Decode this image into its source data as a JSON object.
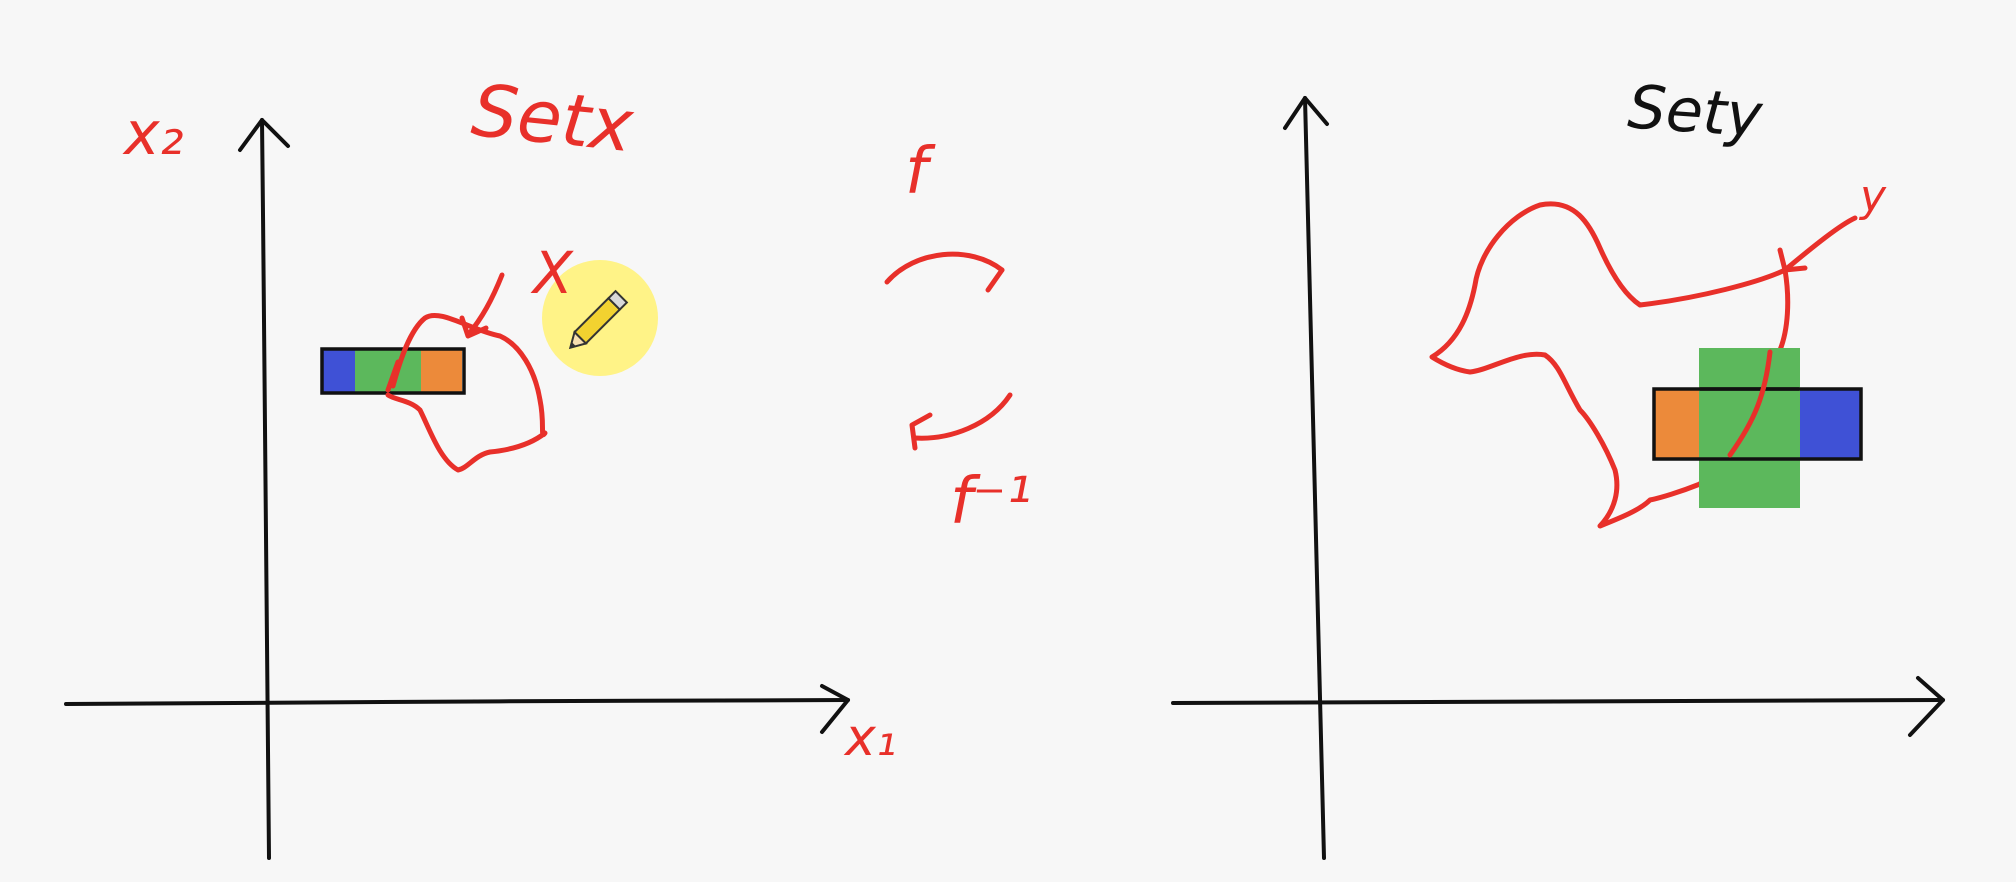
{
  "left_panel": {
    "y_axis_label": "x₂",
    "x_axis_label": "x₁",
    "set_label": "Setx",
    "point_label": "X"
  },
  "middle": {
    "forward_map_label": "f",
    "inverse_map_label": "f⁻¹"
  },
  "right_panel": {
    "set_label": "Sety",
    "point_label": "y"
  },
  "colors": {
    "ink": "#e8302a",
    "axes": "#111111",
    "blue": "#3f51d6",
    "orange": "#ec8a3a",
    "green": "#5cb85c",
    "pencil_highlight": "#fff27a"
  },
  "icons": [
    "pencil-cursor-icon"
  ]
}
